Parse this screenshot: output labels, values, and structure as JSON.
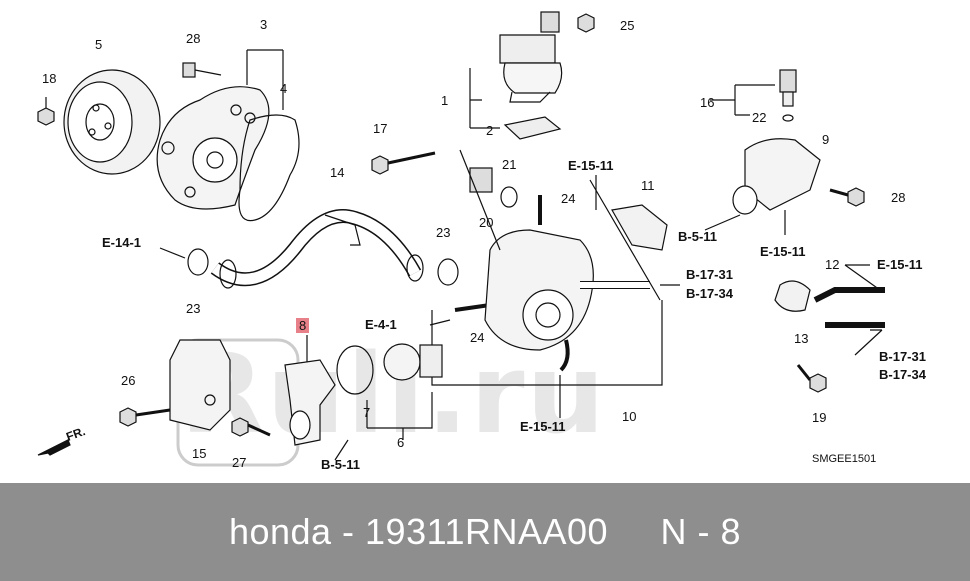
{
  "diagram": {
    "watermark": "Ruli.ru",
    "drawing_code": "SMGEE1501",
    "front_label": "FR.",
    "callouts": {
      "n1": "1",
      "n2": "2",
      "n3": "3",
      "n4": "4",
      "n5": "5",
      "n6": "6",
      "n7": "7",
      "n8": "8",
      "n9": "9",
      "n10": "10",
      "n11": "11",
      "n12": "12",
      "n13": "13",
      "n14": "14",
      "n15": "15",
      "n16": "16",
      "n17": "17",
      "n18": "18",
      "n19": "19",
      "n20": "20",
      "n21": "21",
      "n22": "22",
      "n23a": "23",
      "n23b": "23",
      "n24a": "24",
      "n24b": "24",
      "n25": "25",
      "n26": "26",
      "n27": "27",
      "n28a": "28",
      "n28b": "28"
    },
    "refs": {
      "e15_11_top": "E-15-11",
      "e15_11_right": "E-15-11",
      "e15_11_right2": "E-15-11",
      "e15_11_bottom": "E-15-11",
      "b5_11_right": "B-5-11",
      "b5_11_bottom": "B-5-11",
      "e14_1": "E-14-1",
      "e4_1": "E-4-1",
      "b17_31_a": "B-17-31",
      "b17_34_a": "B-17-34",
      "b17_31_b": "B-17-31",
      "b17_34_b": "B-17-34"
    },
    "highlighted_part": "8",
    "highlight_color": "#e8808a"
  },
  "footer": {
    "text": "honda - 19311RNAA00     N - 8",
    "background": "#8e8e8e"
  }
}
